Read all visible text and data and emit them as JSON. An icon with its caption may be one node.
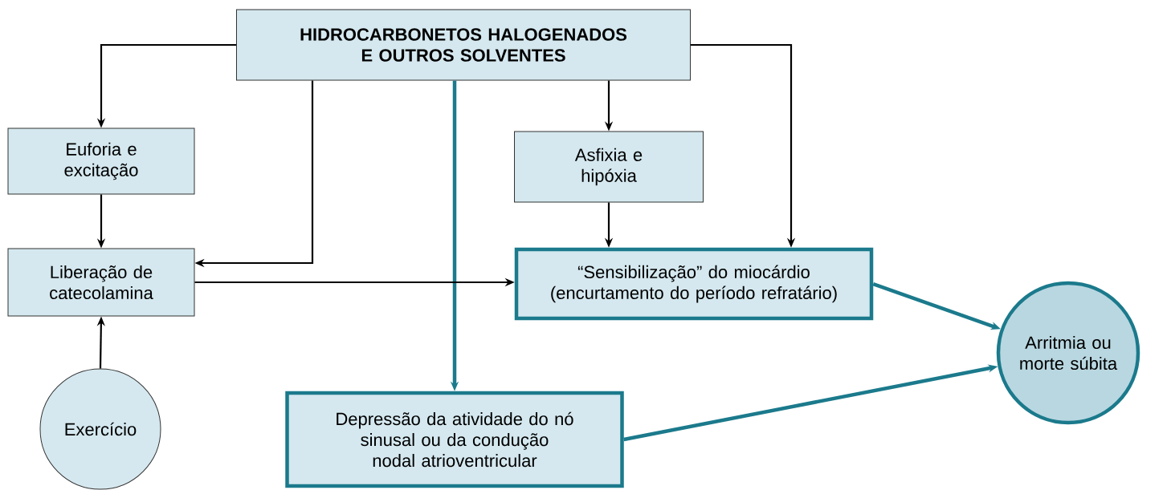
{
  "diagram": {
    "nodes": [
      {
        "text": [
          "HIDROCARBONETOS HALOGENADOS E OUTROS SOLVENTES"
        ]
      },
      {
        "text": [
          "Euforia e excitação"
        ]
      },
      {
        "text": [
          "Asfixia e hipóxia"
        ]
      },
      {
        "text": [
          "Liberação de catecolamina"
        ]
      },
      {
        "text": [
          "“Sensibilização” do miocárdio (encurtamento do período refratário)"
        ]
      },
      {
        "text": [
          "Arritmia ou morte súbita"
        ]
      },
      {
        "text": [
          "Exercício"
        ]
      },
      {
        "text": [
          "Depressão da atividade do nó sinusal ou da condução nodal atrioventricular"
        ]
      }
    ],
    "edges": [
      {
        "from": 0,
        "to": 1,
        "arrow": "to"
      },
      {
        "from": 0,
        "to": 3,
        "arrow": "to"
      },
      {
        "from": 0,
        "to": 2,
        "arrow": "to"
      },
      {
        "from": 0,
        "to": 4,
        "arrow": "to"
      },
      {
        "from": 0,
        "to": 7,
        "arrow": "to",
        "style": "thick",
        "color": "#1b7a8c"
      },
      {
        "from": 1,
        "to": 3,
        "arrow": "to"
      },
      {
        "from": 6,
        "to": 3,
        "arrow": "to"
      },
      {
        "from": 2,
        "to": 4,
        "arrow": "to"
      },
      {
        "from": 3,
        "to": 4,
        "arrow": "to"
      },
      {
        "from": 4,
        "to": 5,
        "arrow": "to",
        "style": "thick",
        "color": "#1b7a8c"
      },
      {
        "from": 7,
        "to": 5,
        "arrow": "to",
        "style": "thick",
        "color": "#1b7a8c"
      }
    ]
  }
}
